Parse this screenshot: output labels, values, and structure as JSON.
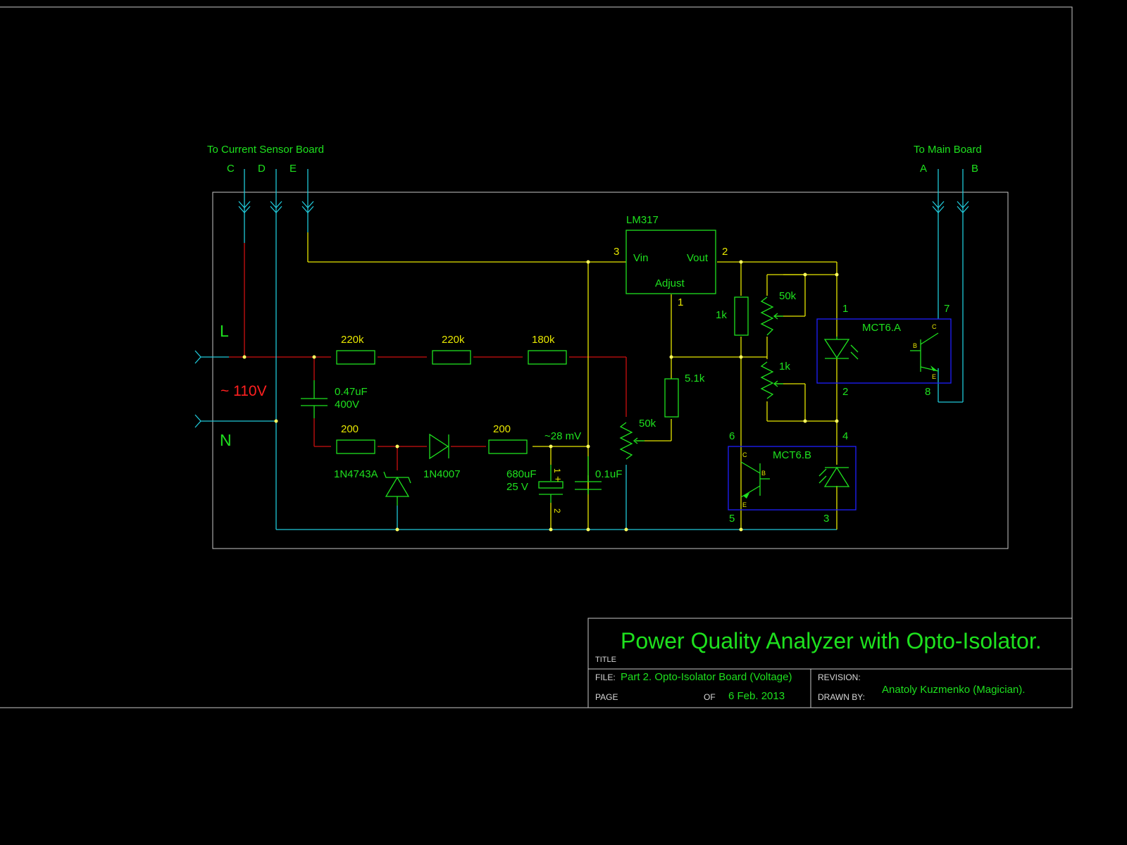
{
  "colors": {
    "background": "#000000",
    "frame": "#c8c8c8",
    "component": "#1ee11e",
    "net_label": "#e6e600",
    "wire_supply": "#e6e600",
    "wire_mains": "#cc1010",
    "wire_ground": "#20c8d8",
    "opto_box": "#2020ff",
    "mains_text": "#ff2020"
  },
  "connectors": {
    "current_sensor": {
      "label": "To Current Sensor Board",
      "pins": [
        "C",
        "D",
        "E"
      ]
    },
    "main_board": {
      "label": "To Main Board",
      "pins": [
        "A",
        "B"
      ]
    },
    "mains": {
      "line": "L",
      "neutral": "N",
      "voltage": "~ 110V"
    }
  },
  "regulator": {
    "name": "LM317",
    "vin": "Vin",
    "vout": "Vout",
    "adjust": "Adjust",
    "pin_vin": "3",
    "pin_vout": "2",
    "pin_adj": "1"
  },
  "resistors": {
    "r1": "220k",
    "r2": "220k",
    "r3": "180k",
    "r4": "200",
    "r5": "200",
    "r6": "5.1k",
    "r7": "1k",
    "pot1": "50k",
    "pot2": "50k",
    "pot3": "1k"
  },
  "capacitors": {
    "c1_value": "0.47uF",
    "c1_voltage": "400V",
    "c2_value": "680uF",
    "c2_voltage": "25 V",
    "c2_pin_pos": "1",
    "c2_plus": "+",
    "c2_pin_neg": "2",
    "c3_value": "0.1uF"
  },
  "diodes": {
    "zener": "1N4743A",
    "rectifier": "1N4007"
  },
  "annotations": {
    "voltage_node": "~28 mV"
  },
  "opto_a": {
    "name": "MCT6.A",
    "pins": [
      "1",
      "2",
      "7",
      "8"
    ],
    "transistor": [
      "C",
      "B",
      "E"
    ]
  },
  "opto_b": {
    "name": "MCT6.B",
    "pins": [
      "6",
      "5",
      "4",
      "3"
    ],
    "transistor": [
      "C",
      "B",
      "E"
    ]
  },
  "title_block": {
    "title_label": "TITLE",
    "title": "Power Quality Analyzer with Opto-Isolator.",
    "file_label": "FILE:",
    "file": "Part 2. Opto-Isolator Board (Voltage)",
    "revision_label": "REVISION:",
    "page_label": "PAGE",
    "of_label": "OF",
    "date": "6 Feb. 2013",
    "drawn_by_label": "DRAWN BY:",
    "author": "Anatoly Kuzmenko (Magician)."
  }
}
